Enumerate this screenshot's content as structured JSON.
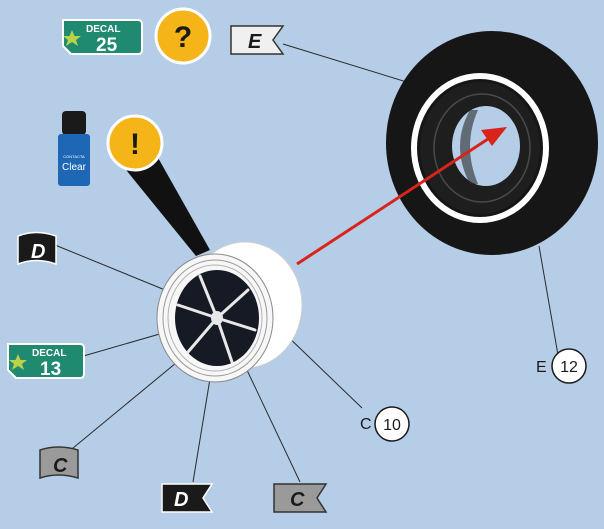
{
  "decal_top": {
    "label": "DECAL",
    "number": "25"
  },
  "decal_left": {
    "label": "DECAL",
    "number": "13"
  },
  "hint_question_mark": "?",
  "hint_exclamation_mark": "!",
  "bottle": {
    "brand": "CONTACTA",
    "label": "Clear"
  },
  "flags": {
    "tire_top": "E",
    "hub_left": "D",
    "lower_left": "C",
    "bottom_center": "D",
    "bottom_right": "C"
  },
  "callouts": {
    "hub": {
      "letter": "C",
      "number": "10"
    },
    "tire": {
      "letter": "E",
      "number": "12"
    }
  },
  "colors": {
    "background": "#b5cde6",
    "hint_yellow": "#f5b417",
    "decal_green": "#1f8a70",
    "arrow_red": "#d9241b",
    "flag_white": "#f0f0f0",
    "flag_black": "#1a1a1a",
    "flag_gray": "#9a9a9a"
  }
}
